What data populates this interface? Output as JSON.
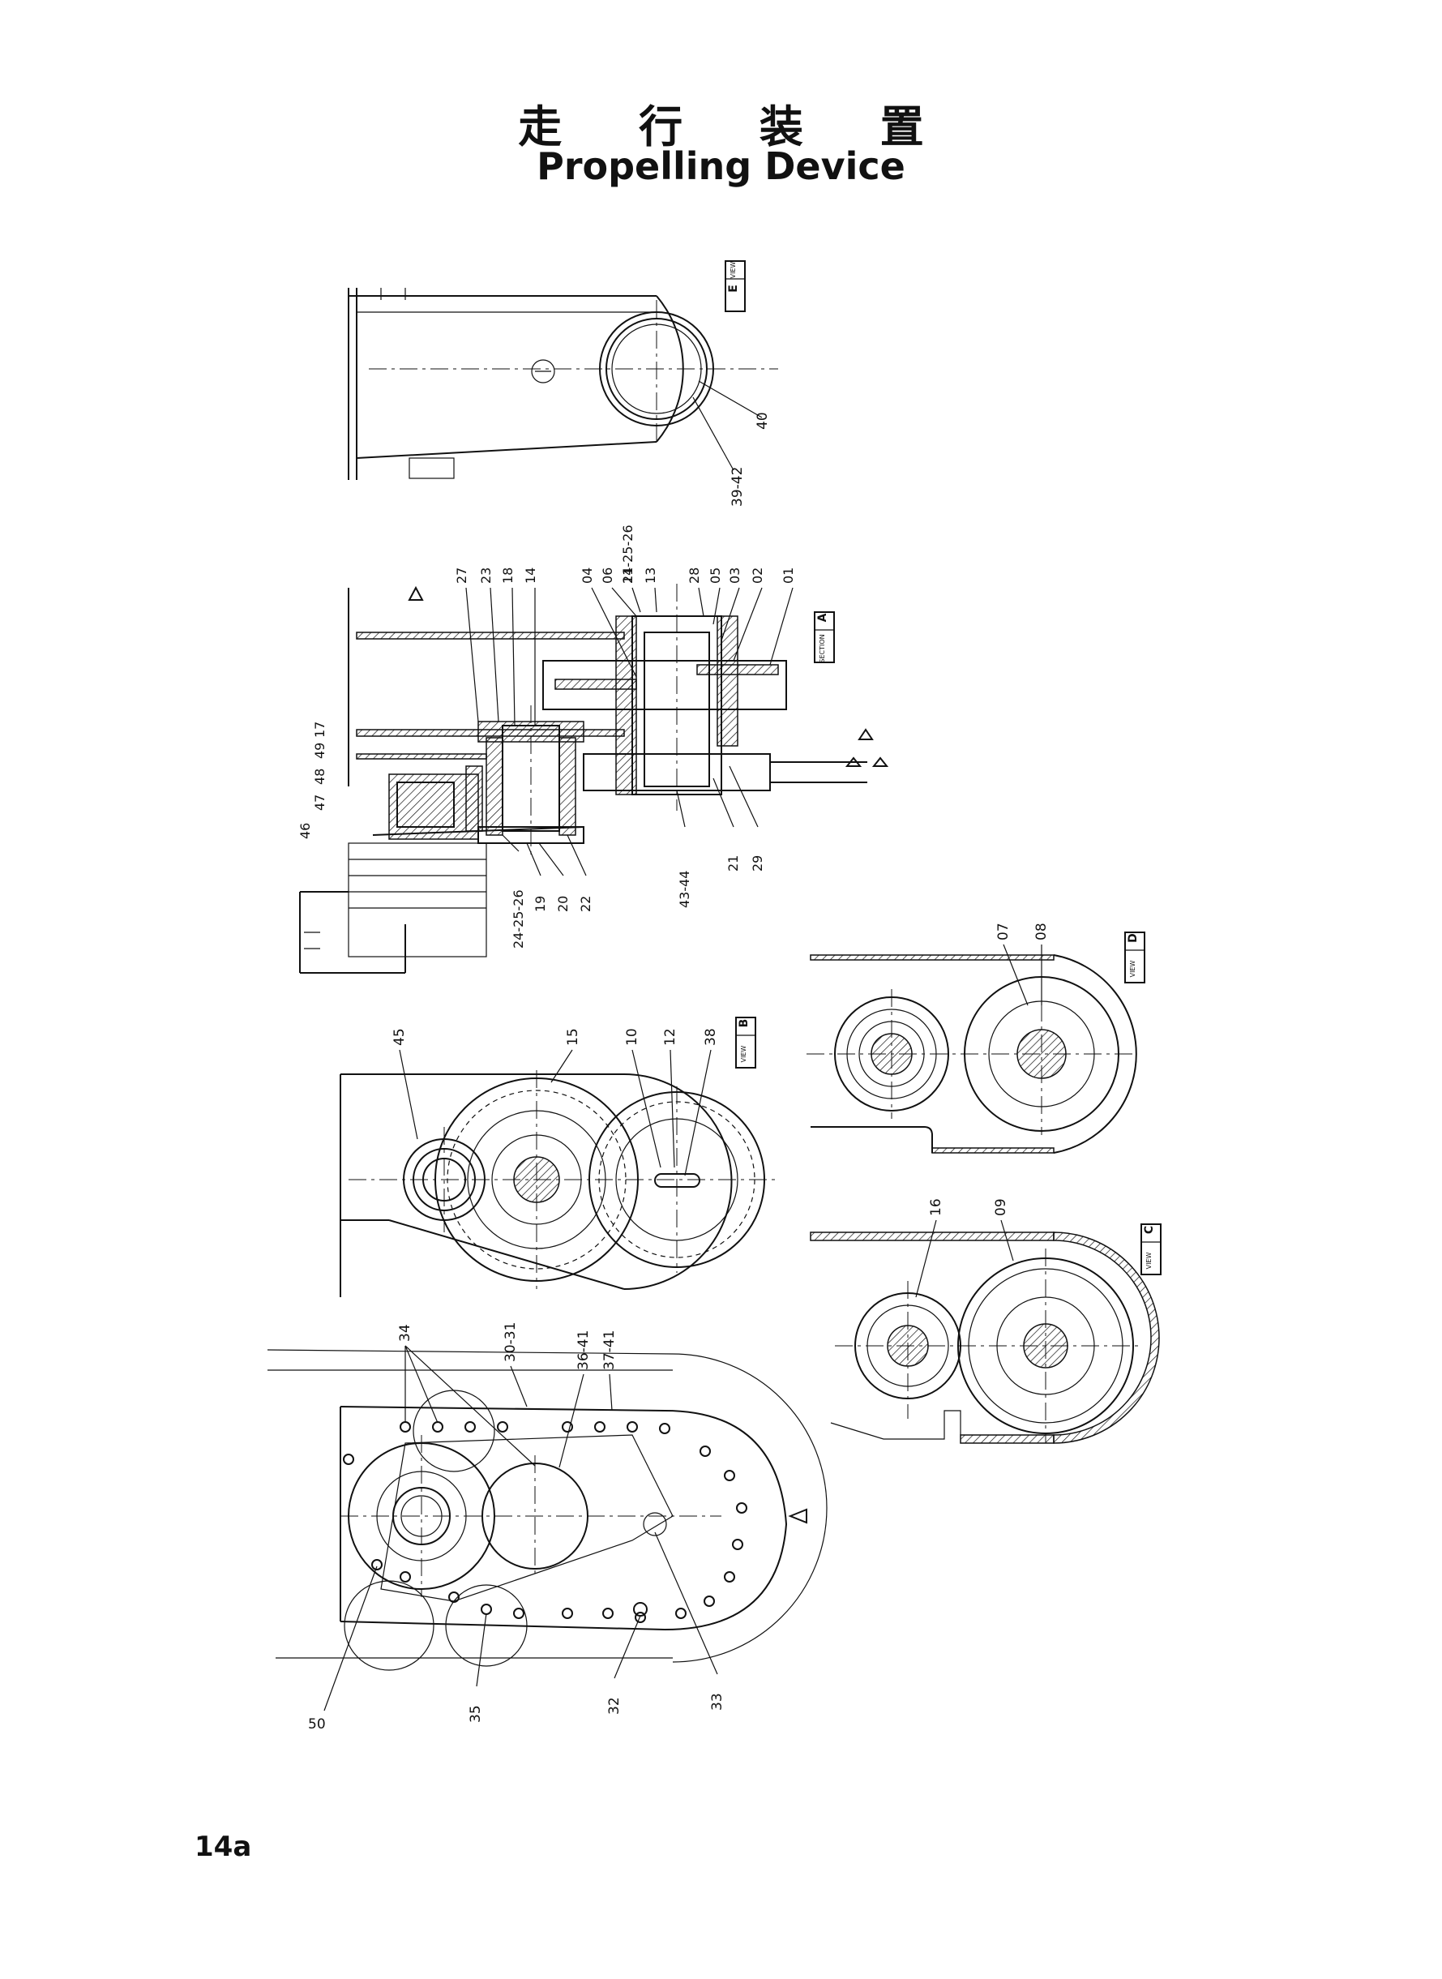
{
  "page": {
    "title_jp": "走 行 装 置",
    "title_en": "Propelling Device",
    "page_number": "14a"
  },
  "views": {
    "E": {
      "tag": "VIEW",
      "letter": "E"
    },
    "A": {
      "tag": "SECTION",
      "letter": "A"
    },
    "B": {
      "tag": "VIEW",
      "letter": "B"
    },
    "D": {
      "tag": "VIEW",
      "letter": "D"
    },
    "C": {
      "tag": "VIEW",
      "letter": "C"
    }
  },
  "callouts": {
    "view_e": [
      "40",
      "39-42"
    ],
    "section_a_top": [
      "27",
      "23",
      "18",
      "14",
      "04",
      "06",
      "24-25-26",
      "11",
      "13",
      "28",
      "05",
      "03",
      "02",
      "01"
    ],
    "section_a_left": [
      "46",
      "47",
      "48",
      "49",
      "17"
    ],
    "section_a_bottom": [
      "24-25-26",
      "19",
      "20",
      "22",
      "43-44",
      "21",
      "29"
    ],
    "view_b": [
      "45",
      "15",
      "10",
      "12",
      "38"
    ],
    "view_d": [
      "07",
      "08"
    ],
    "view_c": [
      "16",
      "09"
    ],
    "assembly": [
      "34",
      "30-31",
      "36-41",
      "37-41",
      "50",
      "35",
      "32",
      "33"
    ]
  }
}
